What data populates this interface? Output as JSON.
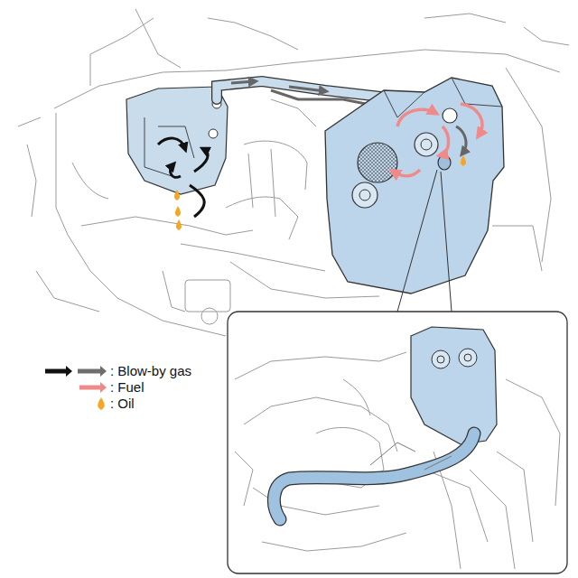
{
  "diagram": {
    "legend": [
      {
        "text": ": Blow-by gas"
      },
      {
        "text": ": Fuel"
      },
      {
        "text": ": Oil"
      }
    ]
  }
}
